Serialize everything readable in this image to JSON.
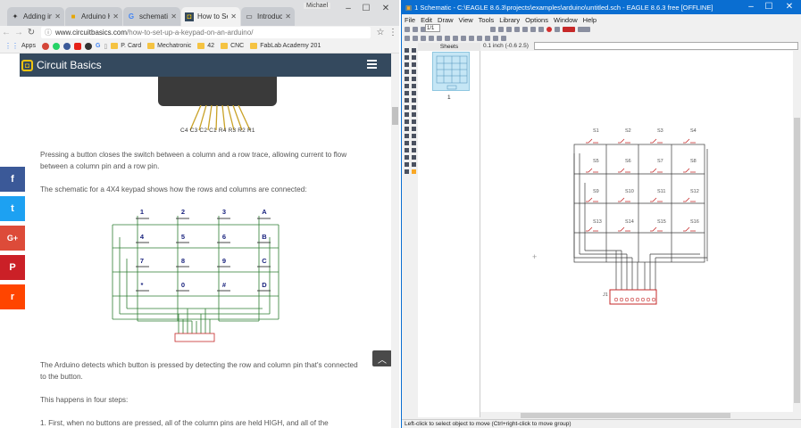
{
  "browser": {
    "tabs": [
      {
        "label": "Adding in",
        "icon": "puzzle-icon"
      },
      {
        "label": "Arduino K",
        "icon": "folder-icon"
      },
      {
        "label": "schematic",
        "icon": "google-icon"
      },
      {
        "label": "How to Se",
        "icon": "circuit-icon"
      },
      {
        "label": "Introducti",
        "icon": "page-icon"
      }
    ],
    "profile": "Michael",
    "url_host": "www.circuitbasics.com",
    "url_path": "/how-to-set-up-a-keypad-on-an-arduino/",
    "bookmarks": [
      "Apps",
      "P. Card",
      "Mechatronic",
      "42",
      "CNC",
      "FabLab Academy 201"
    ]
  },
  "site": {
    "brand": "Circuit Basics",
    "social": [
      "f",
      "t",
      "G+",
      "P",
      "r"
    ],
    "pinlabels": "C4 C3 C2 C1 R4 R3 R2 R1",
    "paragraphs": [
      "Pressing a button closes the switch between a column and a row trace, allowing current to flow between a column pin and a row pin.",
      "The schematic for a 4X4 keypad shows how the rows and columns are connected:",
      "The Arduino detects which button is pressed by detecting the row and column pin that's connected to the button.",
      "This happens in four steps:",
      "1. First, when no buttons are pressed, all of the column pins are held HIGH, and all of the"
    ],
    "keys": [
      "1",
      "2",
      "3",
      "A",
      "4",
      "5",
      "6",
      "B",
      "7",
      "8",
      "9",
      "C",
      "*",
      "0",
      "#",
      "D"
    ]
  },
  "eagle": {
    "title": "1 Schematic - C:\\EAGLE 8.6.3\\projects\\examples\\arduino\\untitled.sch - EAGLE 8.6.3 free [OFFLINE]",
    "menu": [
      "File",
      "Edit",
      "Draw",
      "View",
      "Tools",
      "Library",
      "Options",
      "Window",
      "Help"
    ],
    "sheet_select": "1/1",
    "sheets_label": "Sheets",
    "sheet_num": "1",
    "coord": "0.1 inch (-0.6 2.5)",
    "switches": [
      "S1",
      "S2",
      "S3",
      "S4",
      "S5",
      "S6",
      "S7",
      "S8",
      "S9",
      "S10",
      "S11",
      "S12",
      "S13",
      "S14",
      "S15",
      "S16"
    ],
    "connector_label": "J1",
    "status": "Left-click to select object to move (Ctrl+right-click to move group)"
  },
  "colors": {
    "site_header": "#34495e",
    "eagle_title": "#0a6ed1",
    "facebook": "#3b5998",
    "twitter": "#1da1f2",
    "gplus": "#dd4b39",
    "pinterest": "#cb2027",
    "reddit": "#ff4500"
  }
}
